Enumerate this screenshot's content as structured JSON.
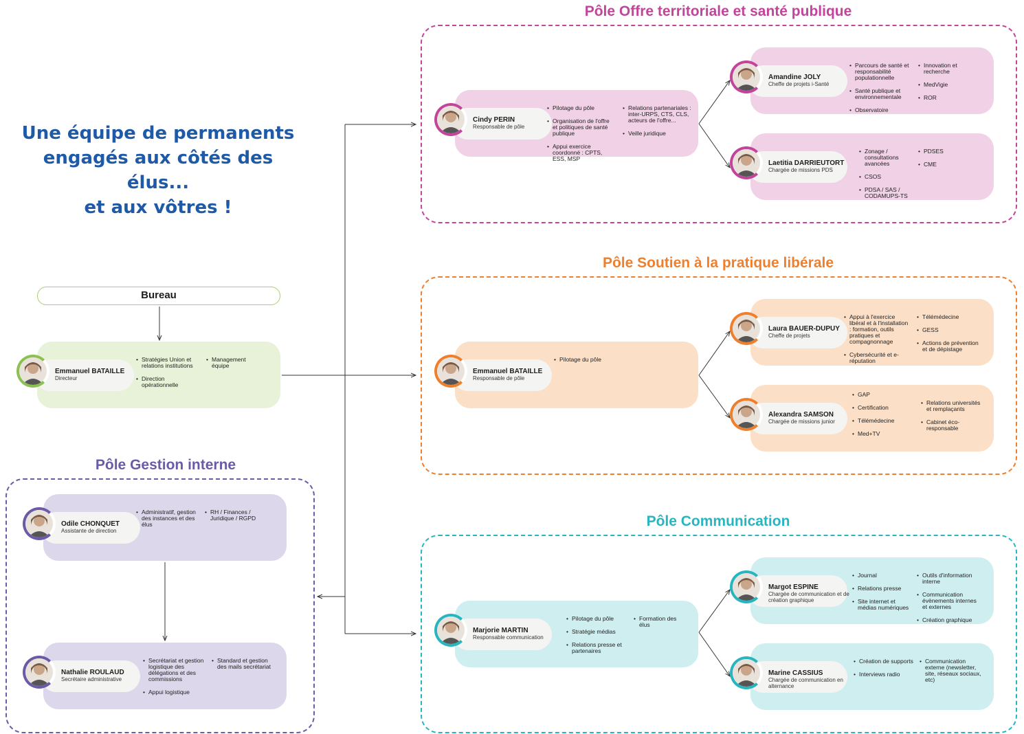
{
  "headline": [
    "Une équipe de permanents",
    "engagés aux côtés des élus...",
    "et aux vôtres !"
  ],
  "bureau_label": "Bureau",
  "colors": {
    "headline": "#1f5aa8",
    "direction": "#8cc152",
    "gestion": "#6b5aa6",
    "offre": "#c2449b",
    "soutien": "#ee7f2d",
    "communication": "#27b6c0"
  },
  "director": {
    "name": "Emmanuel BATAILLE",
    "role": "Directeur",
    "avatar": "person-photo",
    "col1": [
      "Stratégies Union et relations institutions",
      "Direction opérationnelle"
    ],
    "col2": [
      "Management équipe"
    ]
  },
  "poles": {
    "gestion": {
      "title": "Pôle Gestion interne",
      "members": [
        {
          "name": "Odile CHONQUET",
          "role": "Assistante de direction",
          "avatar": "person-photo",
          "col1": [
            "Administratif, gestion des instances et des élus"
          ],
          "col2": [
            "RH / Finances / Juridique / RGPD"
          ]
        },
        {
          "name": "Nathalie ROULAUD",
          "role": "Secrétaire administrative",
          "avatar": "person-photo",
          "col1": [
            "Secrétariat et gestion logistique des délégations et des commissions",
            "Appui logistique"
          ],
          "col2": [
            "Standard et gestion des mails secrétariat"
          ]
        }
      ]
    },
    "offre": {
      "title": "Pôle Offre territoriale et santé publique",
      "lead": {
        "name": "Cindy PERIN",
        "role": "Responsable de pôle",
        "avatar": "person-photo",
        "col1": [
          "Pilotage du pôle",
          "Organisation de l'offre et politiques de santé publique",
          "Appui exercice coordonné : CPTS, ESS, MSP"
        ],
        "col2": [
          "Relations partenariales : inter-URPS, CTS, CLS, acteurs de l'offre...",
          "Veille juridique"
        ]
      },
      "members": [
        {
          "name": "Amandine JOLY",
          "role": "Cheffe de projets i-Santé",
          "avatar": "person-photo",
          "col1": [
            "Parcours de santé et responsabilité populationnelle",
            "Santé publique et environnementale",
            "Observatoire"
          ],
          "col2": [
            "Innovation et recherche",
            "MedVigie",
            "ROR"
          ]
        },
        {
          "name": "Laetitia DARRIEUTORT",
          "role": "Chargée de missions PDS",
          "avatar": "person-photo",
          "col1": [
            "Zonage / consultations avancées",
            "CSOS",
            "PDSA / SAS / CODAMUPS-TS"
          ],
          "col2": [
            "PDSES",
            "CME"
          ]
        }
      ]
    },
    "soutien": {
      "title": "Pôle Soutien à la pratique libérale",
      "lead": {
        "name": "Emmanuel BATAILLE",
        "role": "Responsable de pôle",
        "avatar": "person-photo",
        "col1": [
          "Pilotage du pôle"
        ],
        "col2": []
      },
      "members": [
        {
          "name": "Laura BAUER-DUPUY",
          "role": "Cheffe de projets",
          "avatar": "person-photo",
          "col1": [
            "Appui à l'exercice libéral et à l'installation : formation, outils pratiques et compagnonnage",
            "Cybersécurité et e-réputation"
          ],
          "col2": [
            "Télémédecine",
            "GESS",
            "Actions de prévention et de dépistage"
          ]
        },
        {
          "name": "Alexandra SAMSON",
          "role": "Chargée de missions junior",
          "avatar": "person-photo",
          "col1": [
            "GAP",
            "Certification",
            "Télémédecine",
            "Med+TV"
          ],
          "col2": [
            "Relations universités et remplaçants",
            "Cabinet éco-responsable"
          ]
        }
      ]
    },
    "communication": {
      "title": "Pôle Communication",
      "lead": {
        "name": "Marjorie MARTIN",
        "role": "Responsable communication",
        "avatar": "person-photo",
        "col1": [
          "Pilotage du pôle",
          "Stratégie médias",
          "Relations presse et partenaires"
        ],
        "col2": [
          "Formation des élus"
        ]
      },
      "members": [
        {
          "name": "Margot ESPINE",
          "role": "Chargée de communication et de création graphique",
          "avatar": "person-photo",
          "col1": [
            "Journal",
            "Relations presse",
            "Site internet et médias numériques"
          ],
          "col2": [
            "Outils d'information interne",
            "Communication évènements internes et externes",
            "Création graphique"
          ]
        },
        {
          "name": "Marine CASSIUS",
          "role": "Chargée de communication en alternance",
          "avatar": "person-photo",
          "col1": [
            "Création de supports",
            "Interviews radio"
          ],
          "col2": [
            "Communication externe (newsletter, site, réseaux sociaux, etc)"
          ]
        }
      ]
    }
  }
}
